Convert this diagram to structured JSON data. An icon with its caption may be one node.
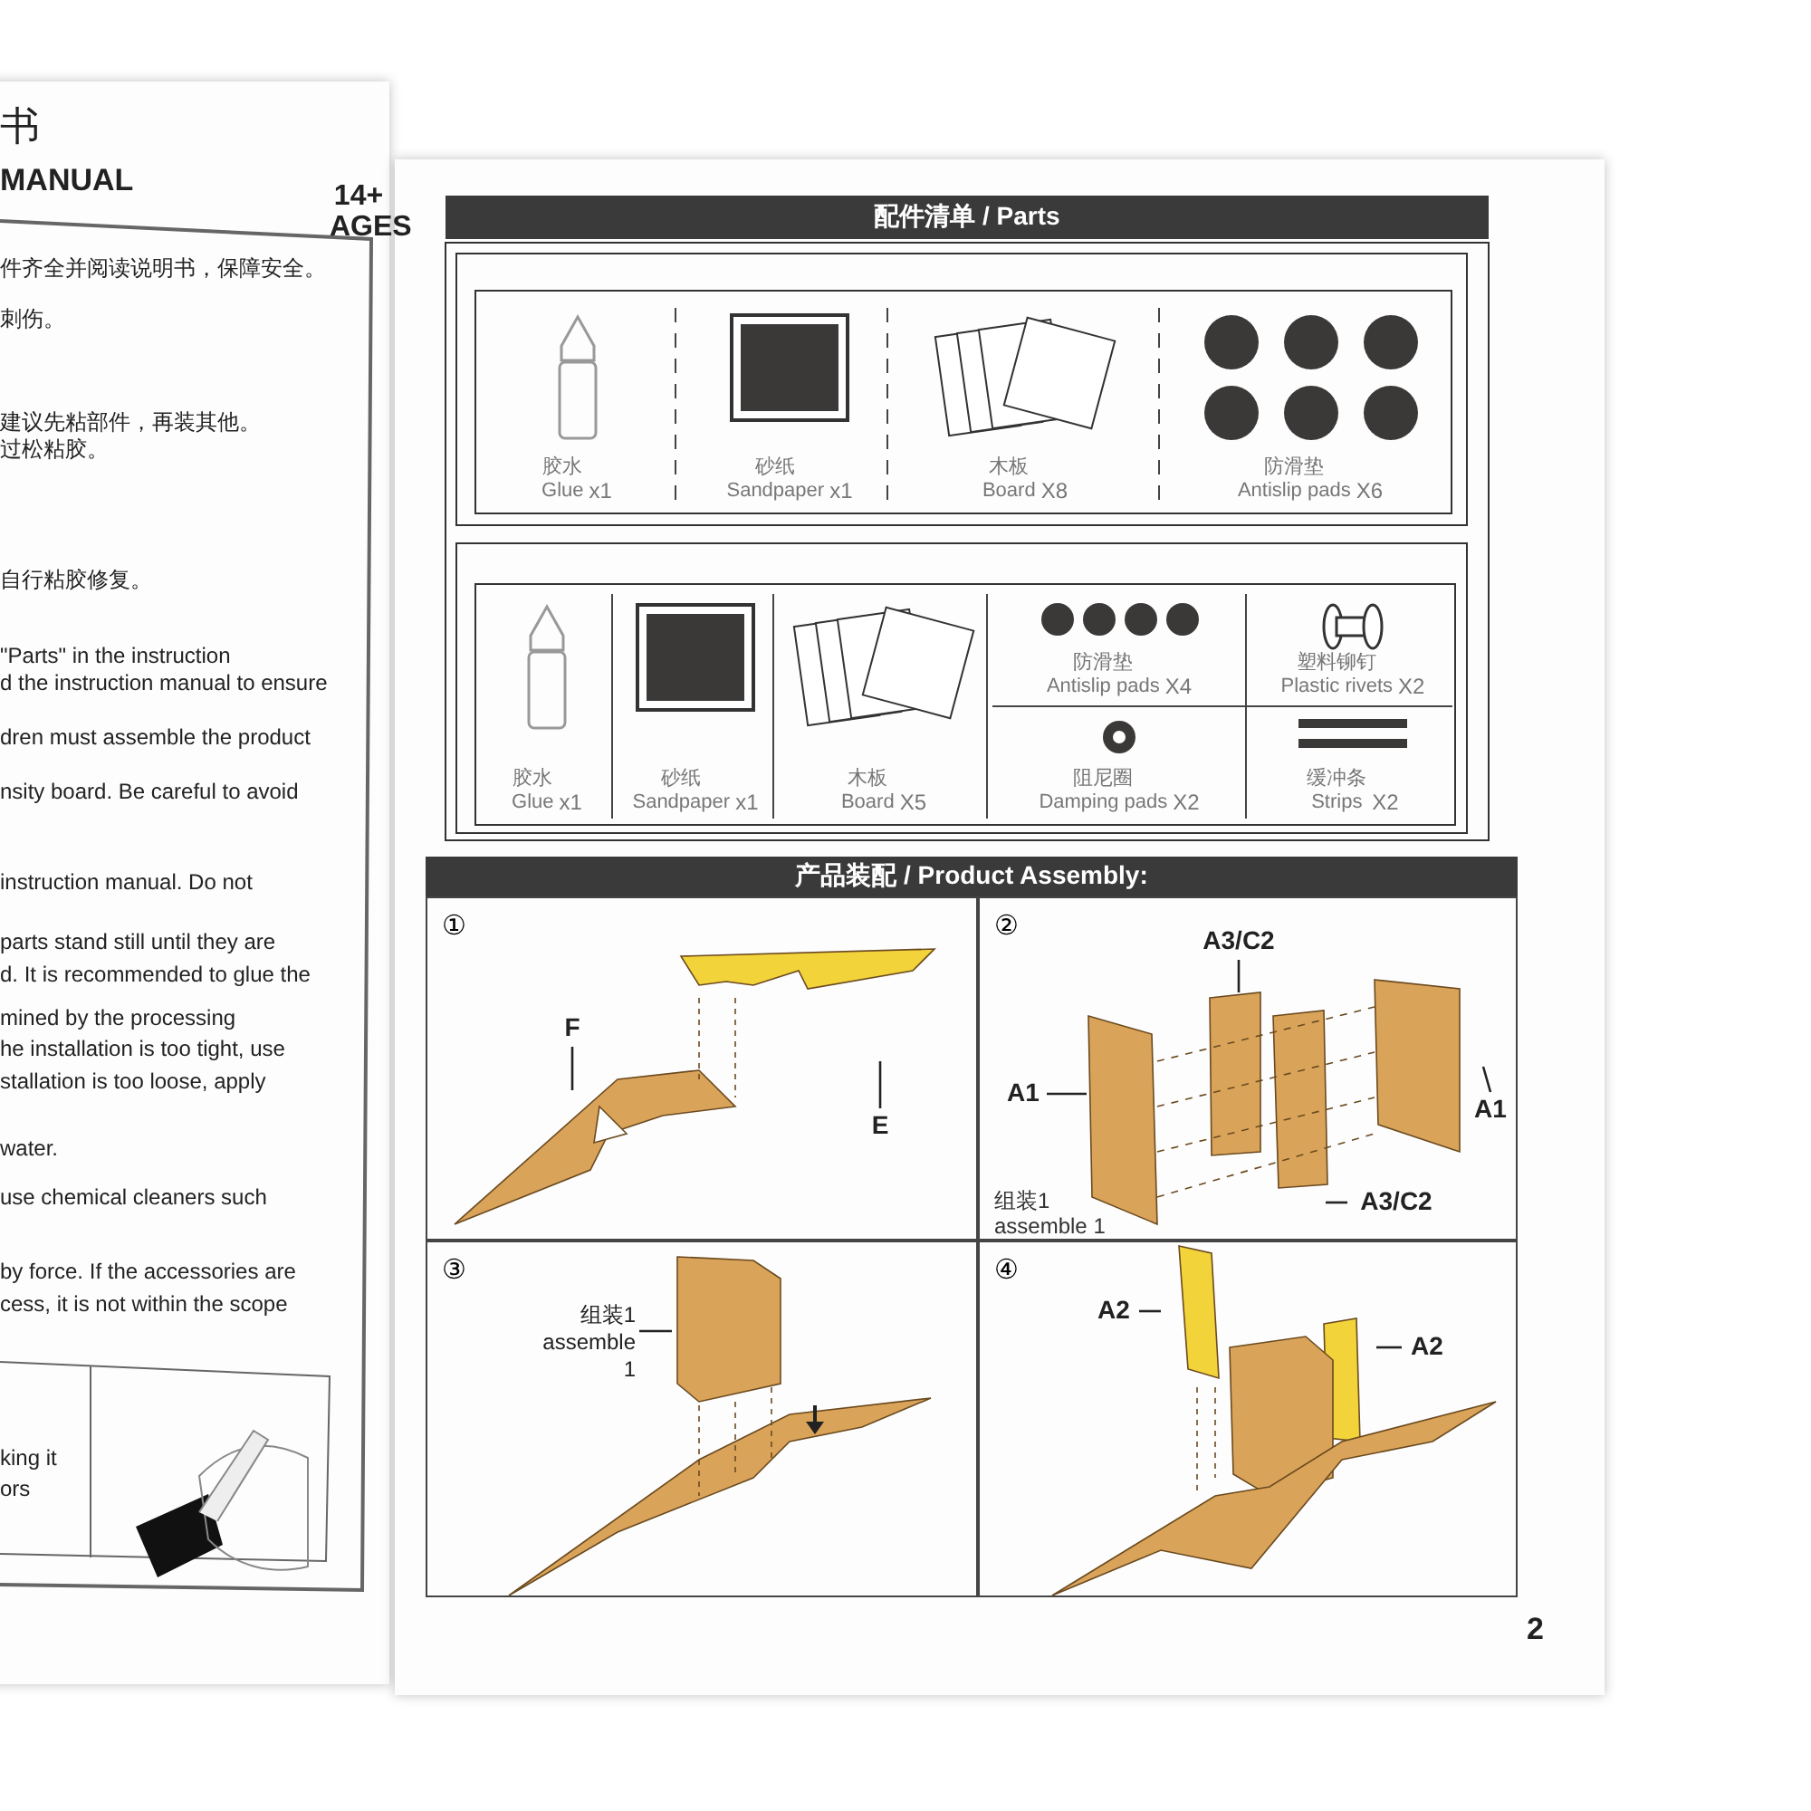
{
  "diagram": {
    "nodes": [
      {
        "text": [
          "配件清单 / Parts"
        ]
      },
      {
        "text": [],
        "shape": "box"
      },
      {
        "text": [
          "胶水",
          "Glue",
          "x1"
        ],
        "in": 1
      },
      {
        "text": [
          "砂纸",
          "Sandpaper",
          "x1"
        ],
        "in": 1
      },
      {
        "text": [
          "木板",
          "Board",
          "X8"
        ],
        "in": 1
      },
      {
        "text": [
          "防滑垫",
          "Antislip pads",
          "X6"
        ],
        "in": 1
      },
      {
        "text": [],
        "shape": "box"
      },
      {
        "text": [
          "胶水",
          "Glue",
          "x1"
        ],
        "in": 6
      },
      {
        "text": [
          "砂纸",
          "Sandpaper",
          "x1"
        ],
        "in": 6
      },
      {
        "text": [
          "木板",
          "Board",
          "X5"
        ],
        "in": 6
      },
      {
        "text": [
          "防滑垫",
          "Antislip pads",
          "X4"
        ],
        "in": 6
      },
      {
        "text": [
          "塑料铆钉",
          "Plastic rivets",
          "X2"
        ],
        "in": 6
      },
      {
        "text": [
          "阻尼圈",
          "Damping pads",
          "X2"
        ],
        "in": 6
      },
      {
        "text": [
          "缓冲条",
          "Strips",
          "X2"
        ],
        "in": 6
      },
      {
        "text": [
          "产品装配 / Product Assembly:"
        ]
      },
      {
        "text": [
          "①"
        ]
      },
      {
        "text": [
          "F"
        ],
        "in": 15
      },
      {
        "text": [
          "E"
        ],
        "in": 15
      },
      {
        "text": [
          "②",
          "组装1 assemble 1"
        ]
      },
      {
        "text": [
          "A3/C2"
        ],
        "in": 18
      },
      {
        "text": [
          "A1"
        ],
        "in": 18
      },
      {
        "text": [
          "A1"
        ],
        "in": 18
      },
      {
        "text": [
          "A3/C2"
        ],
        "in": 18
      },
      {
        "text": [
          "③"
        ]
      },
      {
        "text": [
          "组装1 assemble 1"
        ],
        "in": 23
      },
      {
        "text": [
          "④"
        ]
      },
      {
        "text": [
          "A2"
        ],
        "in": 25
      },
      {
        "text": [
          "A2"
        ],
        "in": 25
      }
    ],
    "edges": [
      {
        "from": 16,
        "to": null,
        "arrow": "none"
      },
      {
        "from": 17,
        "to": null,
        "arrow": "none"
      },
      {
        "from": 19,
        "to": null,
        "arrow": "none"
      },
      {
        "from": 20,
        "to": null,
        "arrow": "none"
      },
      {
        "from": 21,
        "to": null,
        "arrow": "none"
      },
      {
        "from": 22,
        "to": null,
        "arrow": "none"
      },
      {
        "from": 24,
        "to": null,
        "arrow": "none"
      },
      {
        "from": 26,
        "to": null,
        "arrow": "none"
      },
      {
        "from": 27,
        "to": null,
        "arrow": "none"
      }
    ],
    "labels": [
      "书",
      "MANUAL",
      "14+ AGES",
      "件齐全并阅读说明书，保障安全。",
      "刺伤。",
      "建议先粘部件，再装其他。",
      "过松粘胶。",
      "自行粘胶修复。",
      "\"Parts\" in the instruction",
      "d the instruction manual to ensure",
      "dren must assemble the product",
      "nsity board. Be careful to avoid",
      "instruction manual. Do not",
      "parts stand still until they are",
      "d. It is recommended to glue the",
      "mined by the processing",
      "he installation is too tight, use",
      "stallation is too loose, apply",
      "water.",
      "use chemical cleaners such",
      "by force. If the accessories are",
      "cess, it is not within the scope",
      "king it",
      "ors",
      "2"
    ]
  }
}
